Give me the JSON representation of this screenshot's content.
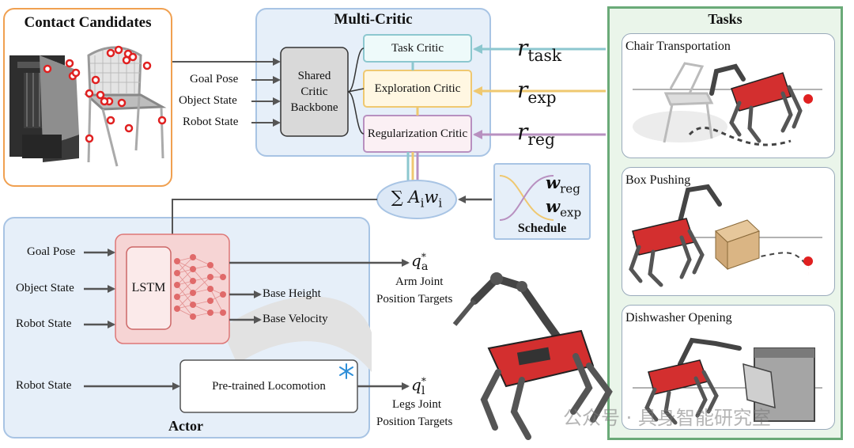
{
  "contact": {
    "title": "Contact Candidates"
  },
  "multicritic": {
    "title": "Multi-Critic",
    "backbone": "Shared Critic Backbone",
    "inputs": [
      "Goal Pose",
      "Object State",
      "Robot State"
    ],
    "critics": [
      "Task Critic",
      "Exploration Critic",
      "Regularization Critic"
    ],
    "rewards": [
      {
        "base": "r",
        "sub": "task"
      },
      {
        "base": "r",
        "sub": "exp"
      },
      {
        "base": "r",
        "sub": "reg"
      }
    ]
  },
  "aggregate": {
    "label": "∑ A",
    "i": "i",
    "w": "w"
  },
  "schedule": {
    "title": "Schedule",
    "weights": [
      {
        "base": "w",
        "sub": "reg"
      },
      {
        "base": "w",
        "sub": "exp"
      }
    ]
  },
  "actor": {
    "title": "Actor",
    "inputs": [
      "Goal Pose",
      "Object State",
      "Robot State"
    ],
    "lstm": "LSTM",
    "outputs": [
      "Base Height",
      "Base Velocity"
    ],
    "loco_input": "Robot State",
    "locomotion": "Pre-trained Locomotion"
  },
  "targets": {
    "arm": {
      "sym": "q",
      "sub": "a",
      "sup": "*",
      "line1": "Arm Joint",
      "line2": "Position Targets"
    },
    "legs": {
      "sym": "q",
      "sub": "l",
      "sup": "*",
      "line1": "Legs Joint",
      "line2": "Position Targets"
    }
  },
  "tasks": {
    "title": "Tasks",
    "items": [
      "Chair Transportation",
      "Box Pushing",
      "Dishwasher Opening"
    ]
  },
  "watermark": "公众号 · 具身智能研究室",
  "colors": {
    "contact_border": "#f0a050",
    "blue_panel": "#e6eff9",
    "blue_border": "#a8c4e4",
    "green_border": "#6aaa78",
    "task_critic": "#8cc7cf",
    "exp_critic": "#efc870",
    "reg_critic": "#b890c0",
    "actor_red": "#f2caca",
    "robot_red": "#d32f2f"
  }
}
